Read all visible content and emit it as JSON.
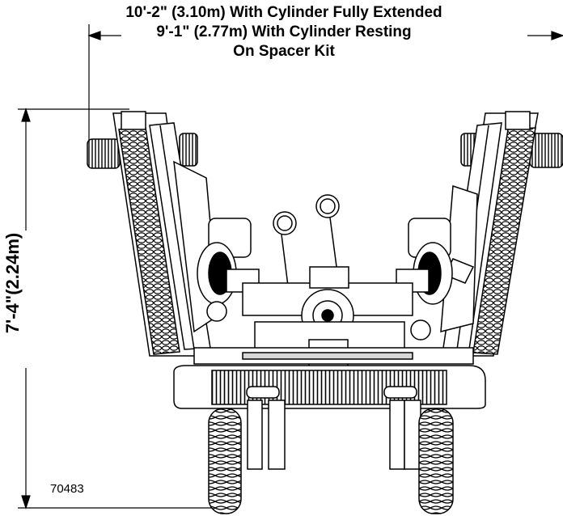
{
  "dimensions": {
    "width_line1": "10'-2\" (3.10m) With Cylinder Fully Extended",
    "width_line2": "9'-1\" (2.77m) With Cylinder Resting",
    "width_line3": "On Spacer Kit",
    "height": "7'-4\"(2.24m)"
  },
  "part_number": "70483",
  "colors": {
    "ink": "#000000",
    "paper": "#ffffff",
    "shade": "#d8d8d8"
  }
}
